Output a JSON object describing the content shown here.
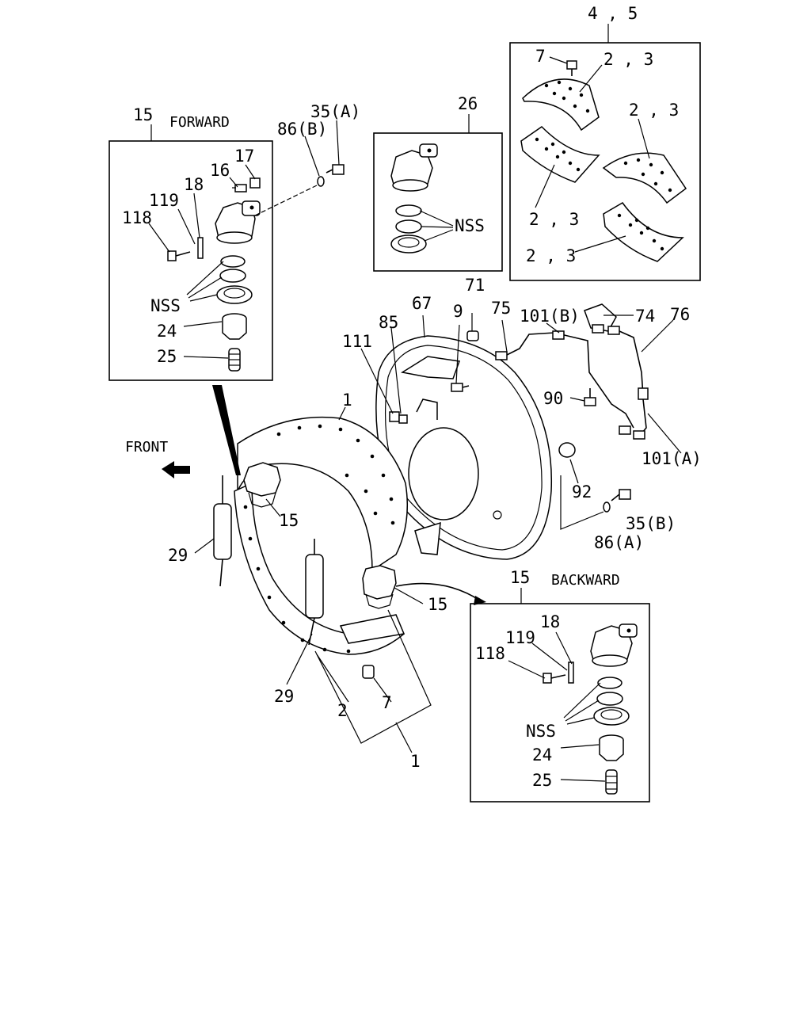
{
  "boxes": {
    "forward": {
      "number": "15",
      "title": "FORWARD"
    },
    "backward": {
      "number": "15",
      "title": "BACKWARD"
    },
    "top_right_number": "4 , 5",
    "middle_number": "26"
  },
  "labels": {
    "forward_17": "17",
    "forward_16": "16",
    "forward_18": "18",
    "forward_119": "119",
    "forward_118": "118",
    "forward_nss": "NSS",
    "forward_24": "24",
    "forward_25": "25",
    "bolt_35a": "35(A)",
    "washer_86b": "86(B)",
    "kit_nss": "NSS",
    "lining_7": "7",
    "lining_23_a": "2 , 3",
    "lining_23_b": "2 , 3",
    "lining_23_c": "2 , 3",
    "lining_23_d": "2 , 3",
    "fitting_71": "71",
    "plate_67": "67",
    "bolt_9": "9",
    "pipe_75": "75",
    "pipe_101b": "101(B)",
    "tee_74": "74",
    "hose_76": "76",
    "nipple_85": "85",
    "bleeder_111": "111",
    "clip_90": "90",
    "pipe_101a": "101(A)",
    "front_text": "FRONT",
    "shoe_1_top": "1",
    "cam_15_upper": "15",
    "plug_92": "92",
    "bolt_35b": "35(B)",
    "washer_86a": "86(A)",
    "spring_29_left": "29",
    "cam_15_lower": "15",
    "spring_29_bottom": "29",
    "shoe_2": "2",
    "pin_7": "7",
    "shoe_1_bottom": "1",
    "backward_18": "18",
    "backward_119": "119",
    "backward_118": "118",
    "backward_nss": "NSS",
    "backward_24": "24",
    "backward_25": "25"
  }
}
